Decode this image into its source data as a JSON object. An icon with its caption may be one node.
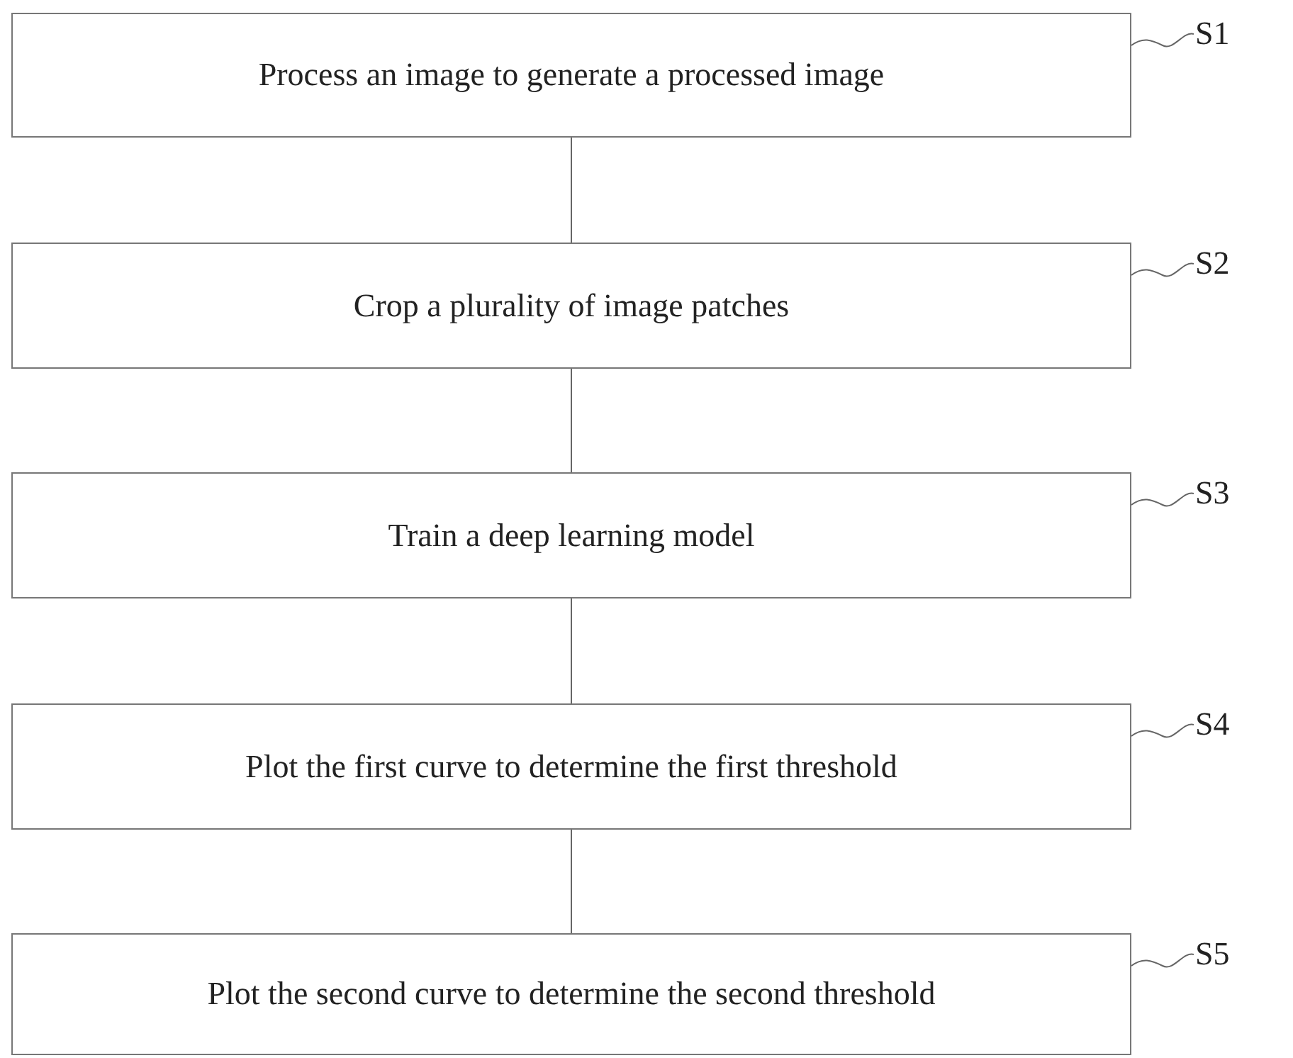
{
  "diagram": {
    "nodes": [
      {
        "text": [
          "Process an image to generate a processed image"
        ]
      },
      {
        "text": [
          "Crop a plurality of image patches"
        ]
      },
      {
        "text": [
          "Train a deep learning model"
        ]
      },
      {
        "text": [
          "Plot the first curve to determine the first threshold"
        ]
      },
      {
        "text": [
          "Plot the second curve to determine the second threshold"
        ]
      },
      {
        "text": [
          "S1"
        ]
      },
      {
        "text": [
          "S2"
        ]
      },
      {
        "text": [
          "S3"
        ]
      },
      {
        "text": [
          "S4"
        ]
      },
      {
        "text": [
          "S5"
        ]
      }
    ],
    "edges": [
      {
        "from": 0,
        "to": 1,
        "arrow": "none"
      },
      {
        "from": 1,
        "to": 2,
        "arrow": "none"
      },
      {
        "from": 2,
        "to": 3,
        "arrow": "none"
      },
      {
        "from": 3,
        "to": 4,
        "arrow": "none"
      },
      {
        "from": 5,
        "to": 0,
        "arrow": "none"
      },
      {
        "from": 6,
        "to": 1,
        "arrow": "none"
      },
      {
        "from": 7,
        "to": 2,
        "arrow": "none"
      },
      {
        "from": 8,
        "to": 3,
        "arrow": "none"
      },
      {
        "from": 9,
        "to": 4,
        "arrow": "none"
      }
    ]
  }
}
